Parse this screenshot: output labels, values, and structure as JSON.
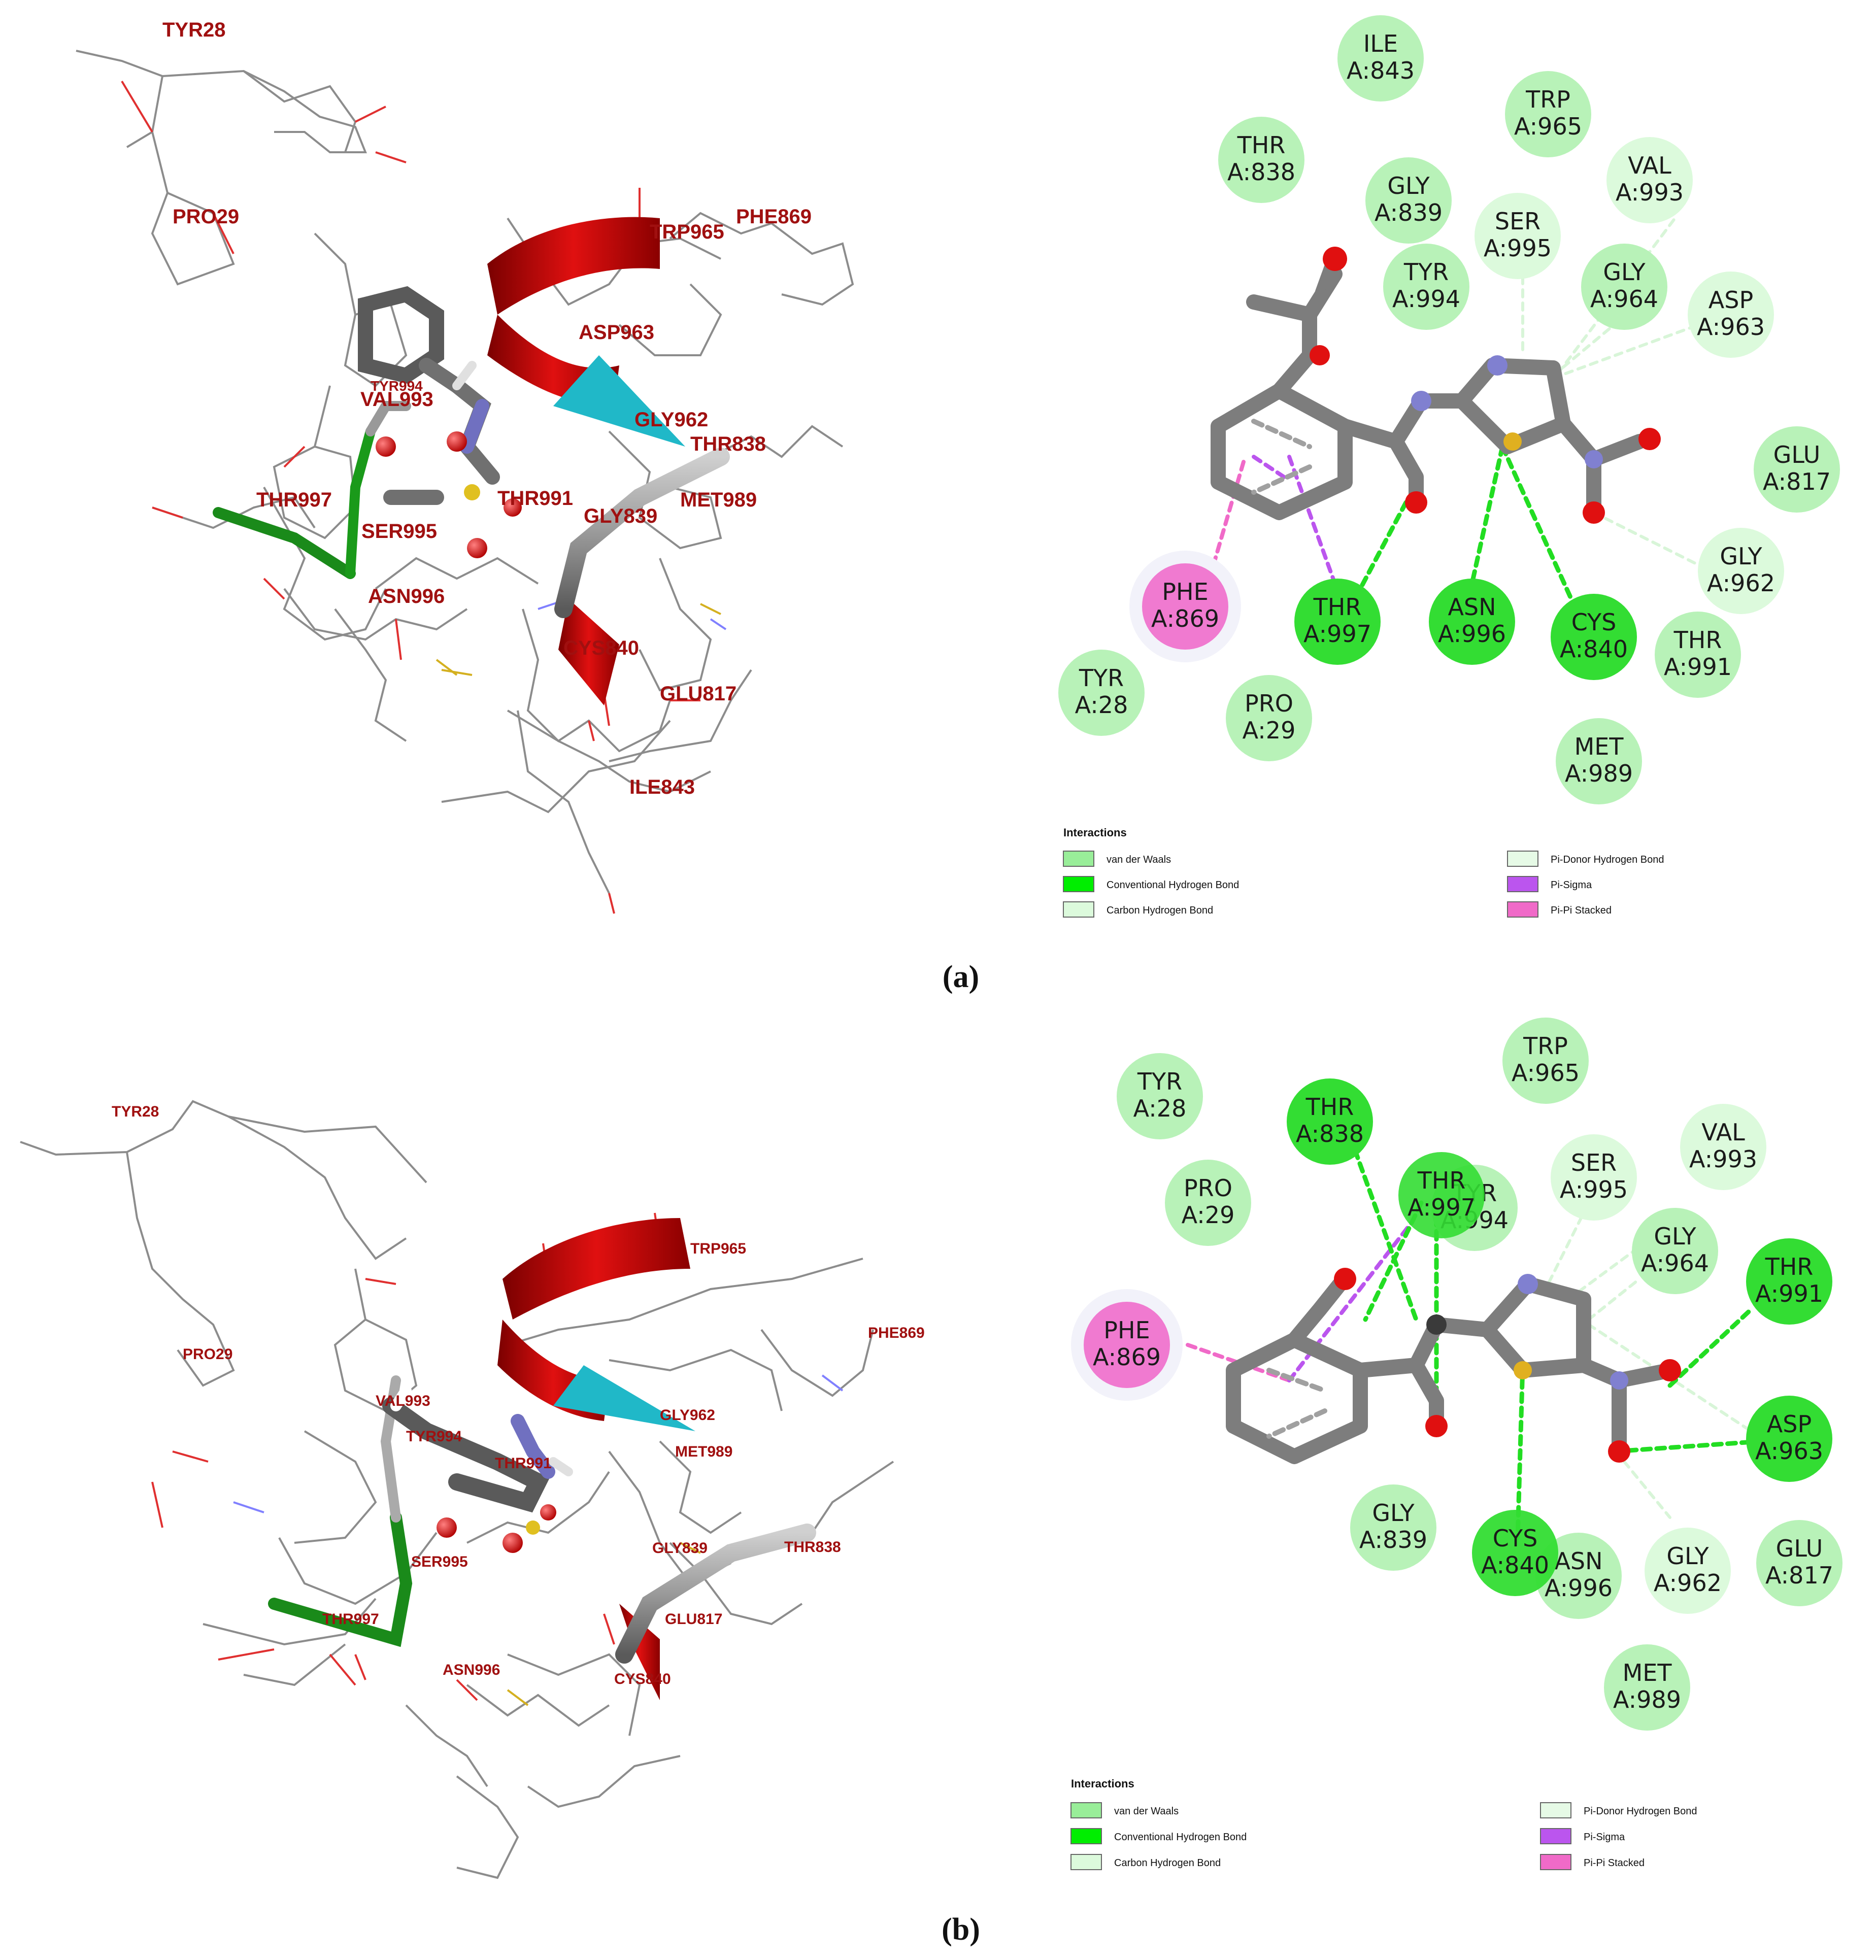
{
  "colors": {
    "van_der_waals": "#b3f2b3",
    "conventional_h_bond": "#33dd33",
    "carbon_h_bond": "#dcfadc",
    "pi_donor_h_bond": "#e6fae6",
    "pi_sigma": "#bb55ee",
    "pi_pi_stacked": "#f07ad0",
    "label_3d": "#a01010",
    "helix": "#c00000",
    "helix_end": "#20b8c8"
  },
  "panels": [
    {
      "caption": "(a)",
      "labels3d": [
        "TYR28",
        "PRO29",
        "TRP965",
        "PHE869",
        "ASP963",
        "VAL993",
        "TYR994",
        "GLY962",
        "THR838",
        "THR991",
        "THR997",
        "SER995",
        "GLY839",
        "MET989",
        "ASN996",
        "CYS840",
        "GLU817",
        "ILE843"
      ],
      "residues": [
        {
          "id": "ILE843",
          "name": "ILE",
          "num": "A:843",
          "type": "vdw"
        },
        {
          "id": "TRP965",
          "name": "TRP",
          "num": "A:965",
          "type": "vdw"
        },
        {
          "id": "THR838",
          "name": "THR",
          "num": "A:838",
          "type": "vdw"
        },
        {
          "id": "GLY839",
          "name": "GLY",
          "num": "A:839",
          "type": "vdw"
        },
        {
          "id": "VAL993",
          "name": "VAL",
          "num": "A:993",
          "type": "carbon"
        },
        {
          "id": "SER995",
          "name": "SER",
          "num": "A:995",
          "type": "carbon"
        },
        {
          "id": "TYR994",
          "name": "TYR",
          "num": "A:994",
          "type": "vdw"
        },
        {
          "id": "GLY964",
          "name": "GLY",
          "num": "A:964",
          "type": "vdw"
        },
        {
          "id": "ASP963",
          "name": "ASP",
          "num": "A:963",
          "type": "carbon"
        },
        {
          "id": "GLU817",
          "name": "GLU",
          "num": "A:817",
          "type": "vdw"
        },
        {
          "id": "GLY962",
          "name": "GLY",
          "num": "A:962",
          "type": "carbon"
        },
        {
          "id": "PHE869",
          "name": "PHE",
          "num": "A:869",
          "type": "pipi"
        },
        {
          "id": "THR997",
          "name": "THR",
          "num": "A:997",
          "type": "hbond"
        },
        {
          "id": "ASN996",
          "name": "ASN",
          "num": "A:996",
          "type": "hbond"
        },
        {
          "id": "CYS840",
          "name": "CYS",
          "num": "A:840",
          "type": "hbond"
        },
        {
          "id": "THR991",
          "name": "THR",
          "num": "A:991",
          "type": "vdw"
        },
        {
          "id": "TYR28",
          "name": "TYR",
          "num": "A:28",
          "type": "vdw"
        },
        {
          "id": "PRO29",
          "name": "PRO",
          "num": "A:29",
          "type": "vdw"
        },
        {
          "id": "MET989",
          "name": "MET",
          "num": "A:989",
          "type": "vdw"
        }
      ]
    },
    {
      "caption": "(b)",
      "labels3d": [
        "TYR28",
        "PRO29",
        "TRP965",
        "PHE869",
        "VAL993",
        "TYR994",
        "THR991",
        "GLY962",
        "MET989",
        "SER995",
        "THR838",
        "GLY839",
        "GLU817",
        "THR997",
        "ASN996",
        "CYS840"
      ],
      "residues": [
        {
          "id": "TRP965",
          "name": "TRP",
          "num": "A:965",
          "type": "vdw"
        },
        {
          "id": "TYR28",
          "name": "TYR",
          "num": "A:28",
          "type": "vdw"
        },
        {
          "id": "THR838",
          "name": "THR",
          "num": "A:838",
          "type": "hbond"
        },
        {
          "id": "PRO29",
          "name": "PRO",
          "num": "A:29",
          "type": "vdw"
        },
        {
          "id": "TYR994",
          "name": "TYR",
          "num": "A:994",
          "type": "vdw"
        },
        {
          "id": "THR997",
          "name": "THR",
          "num": "A:997",
          "type": "hbond"
        },
        {
          "id": "SER995",
          "name": "SER",
          "num": "A:995",
          "type": "carbon"
        },
        {
          "id": "VAL993",
          "name": "VAL",
          "num": "A:993",
          "type": "carbon"
        },
        {
          "id": "GLY964",
          "name": "GLY",
          "num": "A:964",
          "type": "vdw"
        },
        {
          "id": "THR991",
          "name": "THR",
          "num": "A:991",
          "type": "hbond"
        },
        {
          "id": "PHE869",
          "name": "PHE",
          "num": "A:869",
          "type": "pipi"
        },
        {
          "id": "ASP963",
          "name": "ASP",
          "num": "A:963",
          "type": "hbond"
        },
        {
          "id": "GLY839",
          "name": "GLY",
          "num": "A:839",
          "type": "vdw"
        },
        {
          "id": "ASN996",
          "name": "ASN",
          "num": "A:996",
          "type": "vdw"
        },
        {
          "id": "CYS840",
          "name": "CYS",
          "num": "A:840",
          "type": "hbond"
        },
        {
          "id": "GLY962",
          "name": "GLY",
          "num": "A:962",
          "type": "carbon"
        },
        {
          "id": "GLU817",
          "name": "GLU",
          "num": "A:817",
          "type": "vdw"
        },
        {
          "id": "MET989",
          "name": "MET",
          "num": "A:989",
          "type": "vdw"
        }
      ]
    }
  ],
  "legend": {
    "title": "Interactions",
    "items": [
      {
        "key": "vdw",
        "label": "van der Waals"
      },
      {
        "key": "hbond",
        "label": "Conventional Hydrogen Bond"
      },
      {
        "key": "carbon",
        "label": "Carbon Hydrogen Bond"
      },
      {
        "key": "pidonor",
        "label": "Pi-Donor Hydrogen Bond"
      },
      {
        "key": "pisigma",
        "label": "Pi-Sigma"
      },
      {
        "key": "pipi",
        "label": "Pi-Pi Stacked"
      }
    ]
  }
}
